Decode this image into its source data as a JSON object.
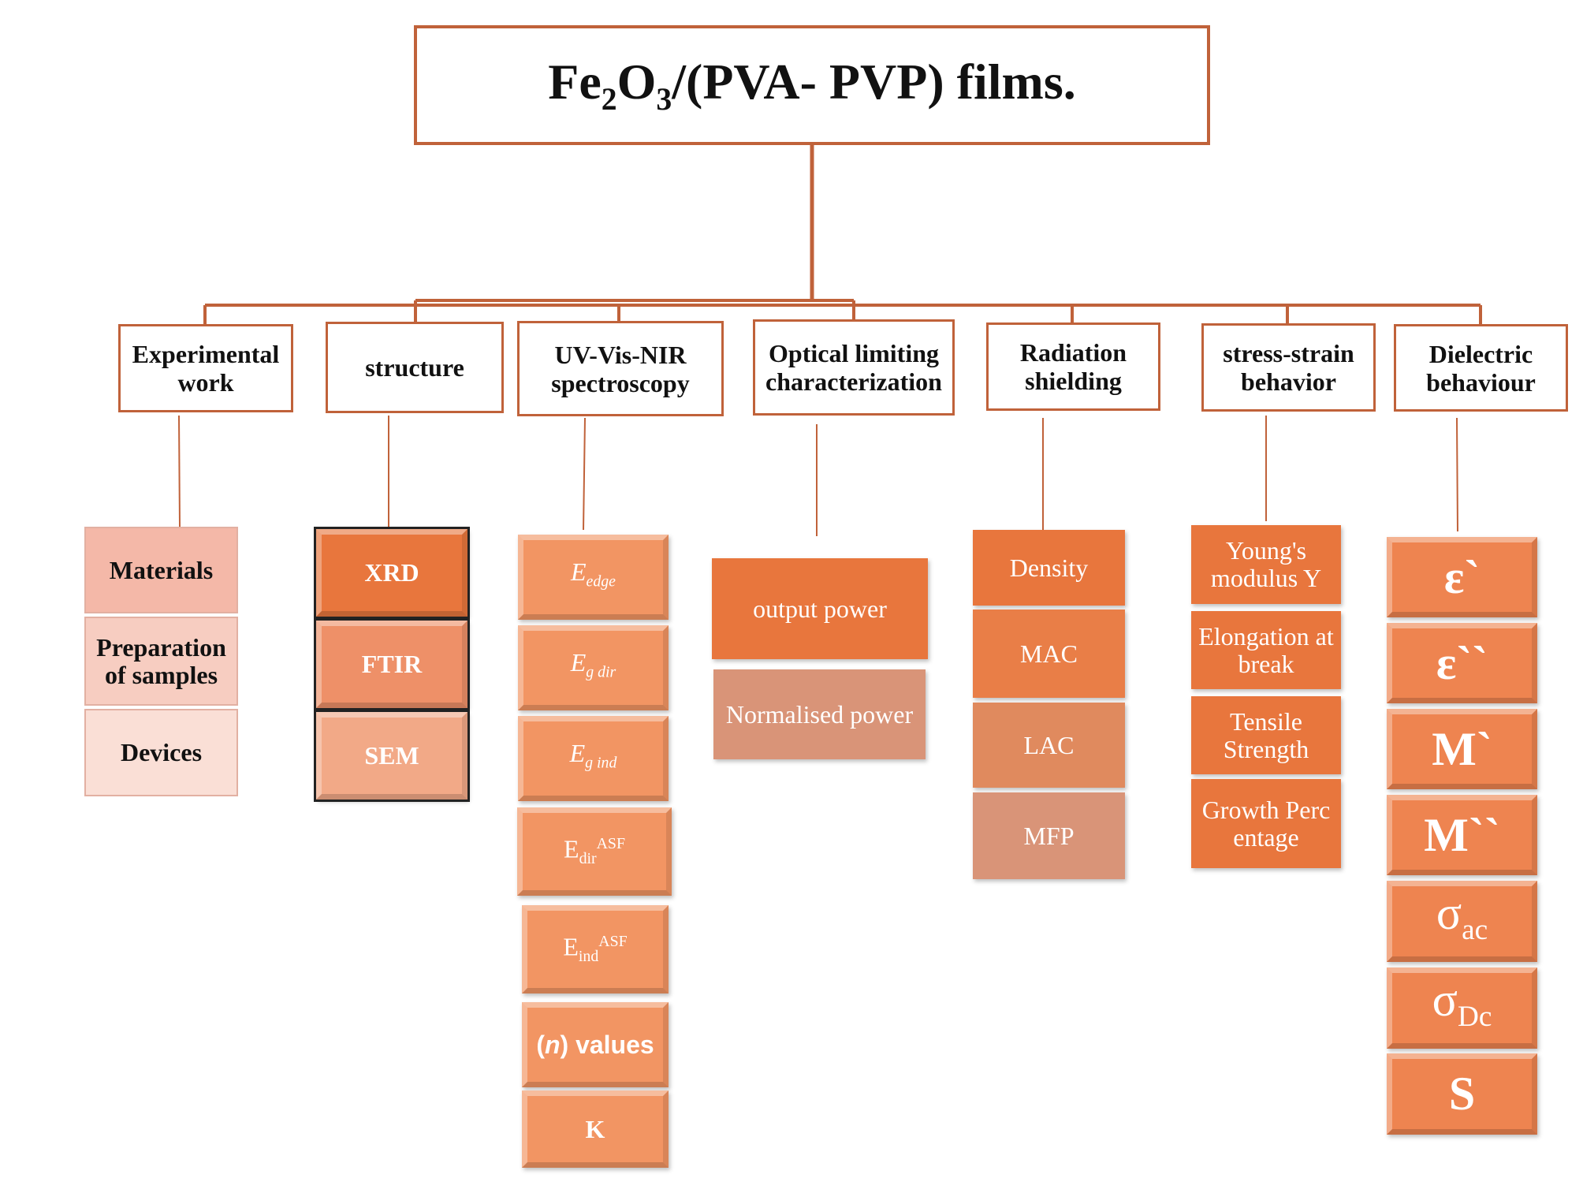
{
  "title": {
    "prefix": "Fe",
    "sub1": "2",
    "mid": "O",
    "sub2": "3",
    "suffix": "/(PVA- PVP) films."
  },
  "categories": [
    {
      "label": "Experimental work"
    },
    {
      "label": "structure"
    },
    {
      "label": "UV-Vis-NIR spectroscopy"
    },
    {
      "label": "Optical limiting characterization"
    },
    {
      "label": "Radiation shielding"
    },
    {
      "label": "stress-strain behavior"
    },
    {
      "label": "Dielectric behaviour"
    }
  ],
  "experimental": [
    "Materials",
    "Preparation of samples",
    "Devices"
  ],
  "structure": [
    "XRD",
    "FTIR",
    "SEM"
  ],
  "uv": {
    "edge": {
      "base": "E",
      "sub": "edge"
    },
    "egdir": {
      "base": "E",
      "sub": "g dir"
    },
    "egind": {
      "base": "E",
      "sub": "g ind"
    },
    "edirasf": {
      "base": "E",
      "sub": "dir",
      "sup": "ASF"
    },
    "eindasf": {
      "base": "E",
      "sub": "ind",
      "sup": "ASF"
    },
    "nvalues": {
      "n": "n",
      "rest": " values"
    },
    "k": "K"
  },
  "optical": [
    "output power",
    "Normalised power"
  ],
  "radiation": [
    "Density",
    "MAC",
    "LAC",
    "MFP"
  ],
  "stress": [
    "Young's modulus Y",
    "Elongation at break",
    "Tensile Strength",
    "Growth Perc entage"
  ],
  "dielectric": {
    "eps1": "ε`",
    "eps2": "ε``",
    "m1": "M`",
    "m2": "M``",
    "sigma_ac": {
      "base": "σ",
      "sub": "ac"
    },
    "sigma_dc": {
      "base": "σ",
      "sub": "Dc"
    },
    "s": "S"
  },
  "colors": {
    "line": "#c0623a",
    "orange": "#e8763d",
    "orange_light": "#ee9068",
    "salmon": "#f2a987",
    "mauve": "#d99478",
    "pink1": "#f4b8a8",
    "pink2": "#f7cdc1",
    "pink3": "#fadfd6"
  }
}
